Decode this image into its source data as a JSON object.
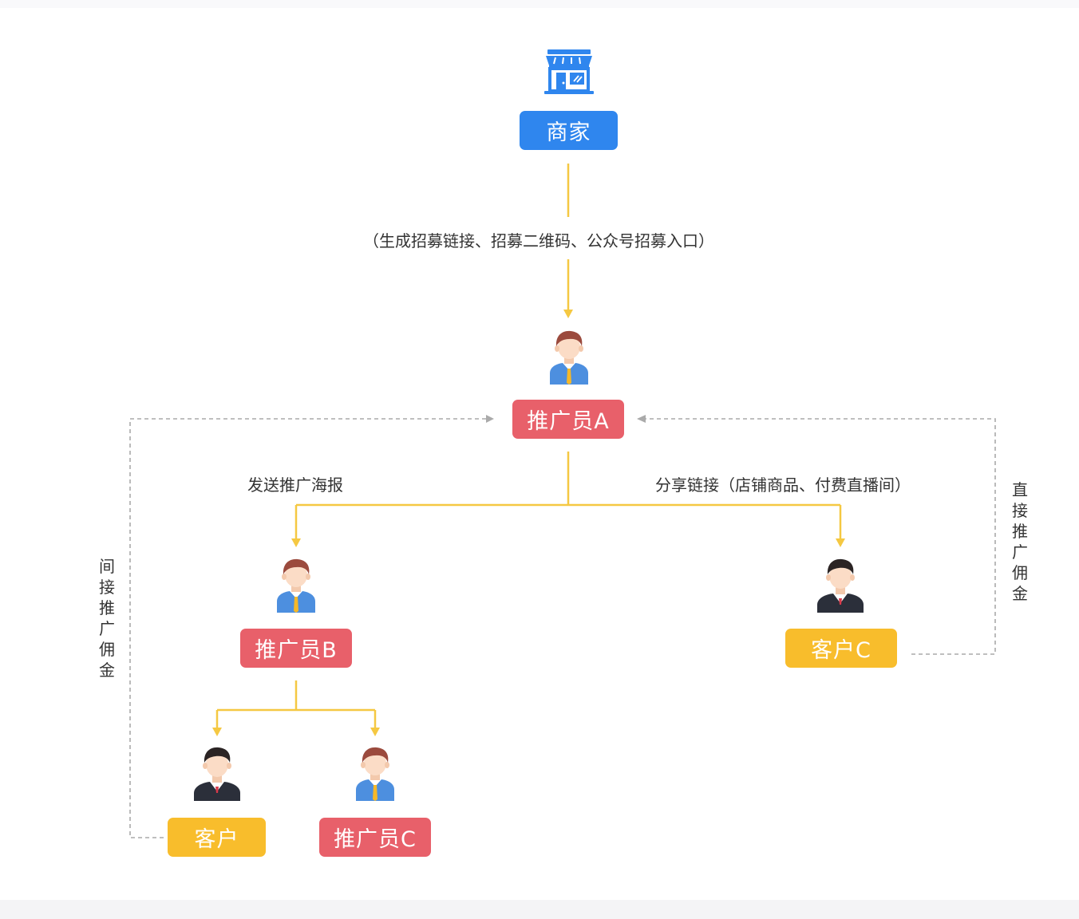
{
  "nodes": {
    "merchant": "商家",
    "promoter_a": "推广员A",
    "promoter_b": "推广员B",
    "promoter_c": "推广员C",
    "customer": "客户",
    "customer_c": "客户C"
  },
  "edge_labels": {
    "merchant_to_a": "（生成招募链接、招募二维码、公众号招募入口）",
    "a_to_b": "发送推广海报",
    "a_to_customer_c": "分享链接（店铺商品、付费直播间）",
    "indirect_commission": "间接推广佣金",
    "direct_commission": "直接推广佣金"
  },
  "icons": {
    "merchant": "storefront-icon",
    "promoter": "promoter-person-icon",
    "customer": "customer-person-icon"
  },
  "colors": {
    "merchant_box": "#2f86ee",
    "promoter_box": "#e8606a",
    "customer_box": "#f8bd2c",
    "solid_connector": "#f5c842",
    "dashed_connector": "#aaaaaa"
  }
}
